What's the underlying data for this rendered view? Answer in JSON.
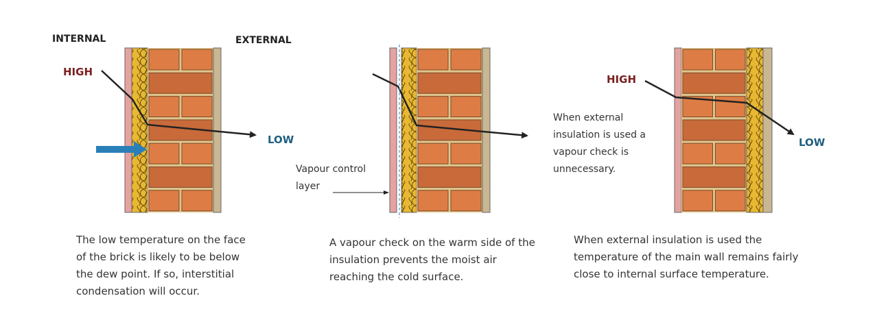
{
  "colors": {
    "brick": "#dd7d45",
    "brick_dark": "#c86a3a",
    "mortar": "#e0c48a",
    "insulation": "#e8b832",
    "plaster": "#e4a3a0",
    "render": "#c9b793",
    "high": "#7a2020",
    "low": "#1f5f80",
    "arrow_blue": "#2a7fb8"
  },
  "labels": {
    "internal": "INTERNAL",
    "external": "EXTERNAL",
    "high1": "HIGH",
    "low1": "LOW",
    "high3": "HIGH",
    "low3": "LOW"
  },
  "panel2": {
    "vapour_label": "Vapour control\nlayer"
  },
  "panel3": {
    "note": "When external insulation is used a vapour check is unnecessary."
  },
  "captions": [
    "The low temperature on the face of the brick is likely to be below the dew point. If so, interstitial condensation will occur.",
    "A vapour check on the warm side of the insulation prevents the moist air reaching the cold surface.",
    "When external insulation is used the temperature of the main wall remains fairly close to internal surface temperature."
  ]
}
